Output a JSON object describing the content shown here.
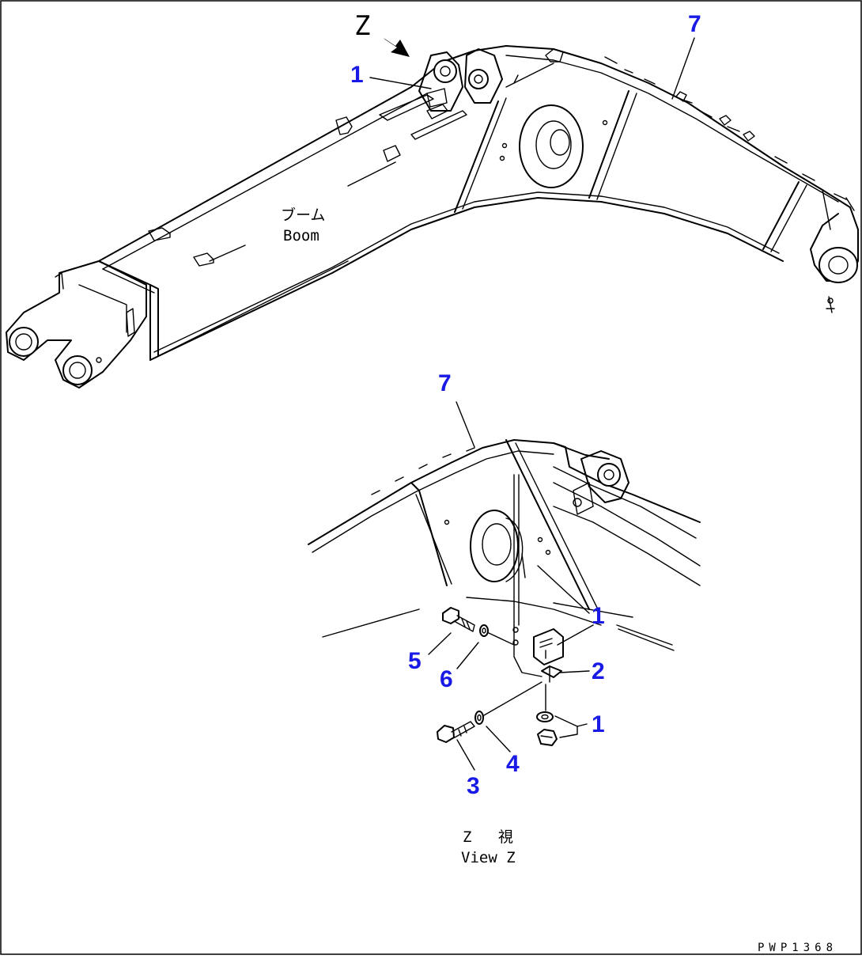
{
  "colors": {
    "callout": "#1a1ae6",
    "line": "#000000",
    "background": "#ffffff"
  },
  "view_marker": {
    "letter": "Z"
  },
  "boom_label": {
    "japanese": "ブーム",
    "english": "Boom"
  },
  "view_label": {
    "japanese": "Z 視",
    "english": "View Z"
  },
  "drawing_code": "PWP1368",
  "callouts": {
    "c1_top": "1",
    "c7_top": "7",
    "c7_detail": "7",
    "c1_detail_a": "1",
    "c2": "2",
    "c1_detail_b": "1",
    "c5": "5",
    "c6": "6",
    "c4": "4",
    "c3": "3"
  }
}
